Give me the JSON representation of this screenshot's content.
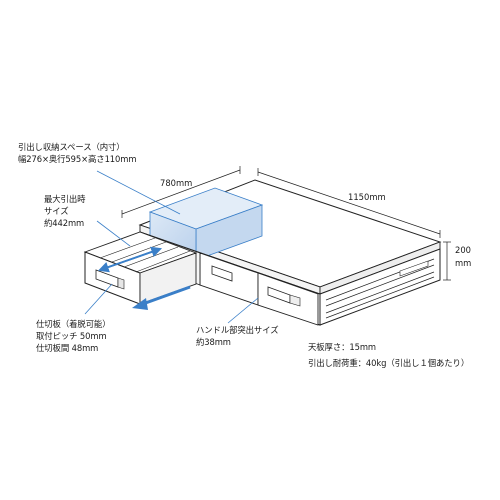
{
  "callouts": {
    "storage_space": {
      "line1": "引出し収納スペース（内寸）",
      "line2": "幅276×奥行595×高さ110mm"
    },
    "max_pull": {
      "line1": "最大引出時",
      "line2": "サイズ",
      "line3": "約442mm"
    },
    "divider": {
      "line1": "仕切板（着脱可能）",
      "line2": "取付ピッチ 50mm",
      "line3": "仕切板間 48mm"
    },
    "handle": {
      "line1": "ハンドル部突出サイズ",
      "line2": "約38mm"
    }
  },
  "dimensions": {
    "depth": "780mm",
    "width": "1150mm",
    "height_value": "200",
    "height_unit": "mm"
  },
  "specs": {
    "top_thickness": "天板厚さ：15mm",
    "drawer_load": "引出し耐荷重：40kg（引出し１個あたり）"
  },
  "colors": {
    "accent_blue": "#3a7fc8",
    "space_fill": "#c9dcf0",
    "outline": "#222222"
  }
}
